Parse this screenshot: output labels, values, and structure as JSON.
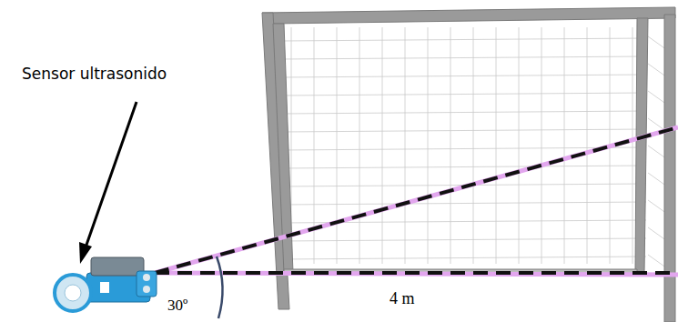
{
  "diagram": {
    "labels": [
      "Sensor ultrasonido",
      "30º",
      "4 m"
    ]
  }
}
